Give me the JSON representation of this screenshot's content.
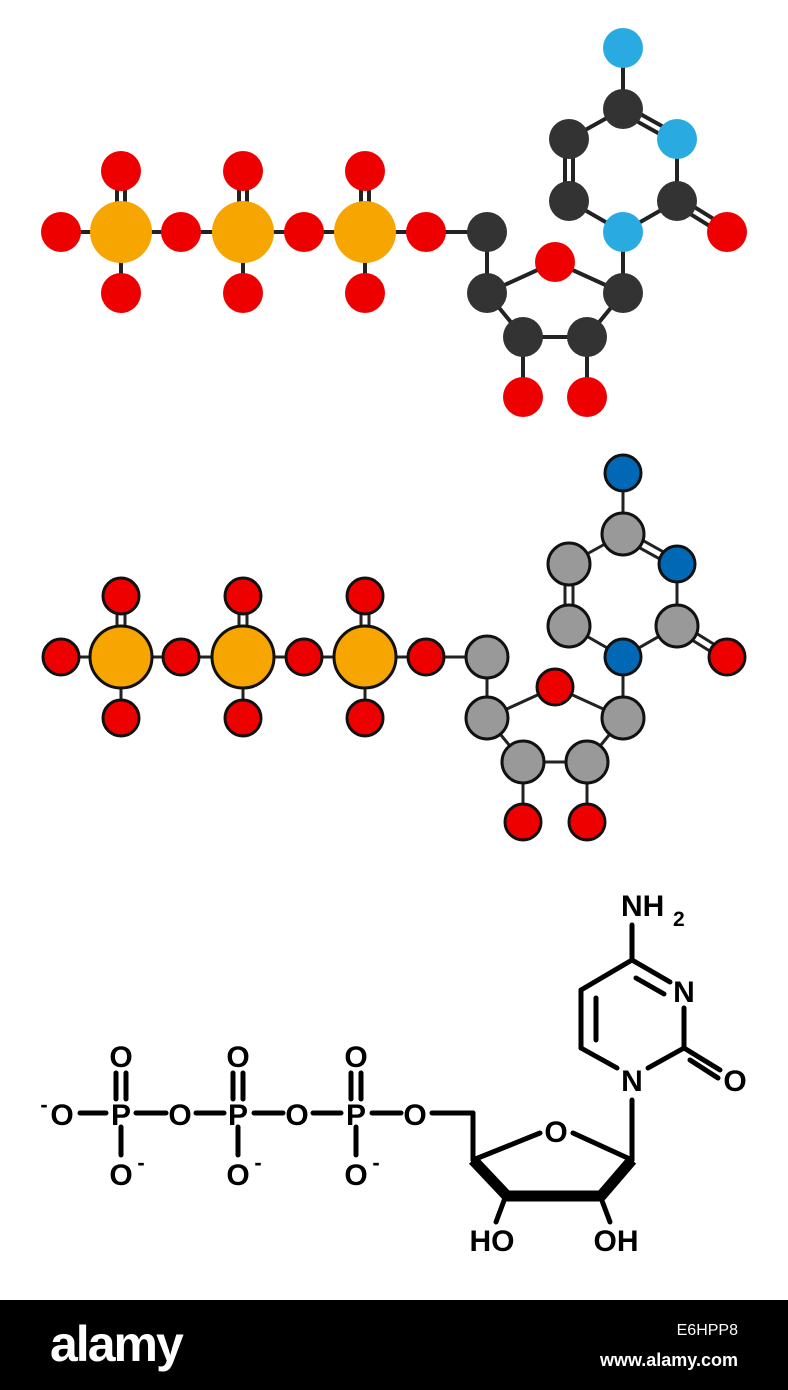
{
  "colors": {
    "oxygen": "#ee0000",
    "phosphorus": "#f7a500",
    "carbon_dark": "#333333",
    "carbon_light": "#999999",
    "nitrogen_light": "#29abe2",
    "nitrogen_dark": "#0068b5",
    "bond": "#222222"
  },
  "structure": {
    "atoms": [
      {
        "id": "O1",
        "el": "O"
      },
      {
        "id": "P1",
        "el": "P"
      },
      {
        "id": "O2",
        "el": "O"
      },
      {
        "id": "O3",
        "el": "O"
      },
      {
        "id": "O4",
        "el": "O"
      },
      {
        "id": "P2",
        "el": "P"
      },
      {
        "id": "O5",
        "el": "O"
      },
      {
        "id": "O6",
        "el": "O"
      },
      {
        "id": "O7",
        "el": "O"
      },
      {
        "id": "P3",
        "el": "P"
      },
      {
        "id": "O8",
        "el": "O"
      },
      {
        "id": "O9",
        "el": "O"
      },
      {
        "id": "O10",
        "el": "O"
      },
      {
        "id": "C5",
        "el": "C"
      },
      {
        "id": "C4",
        "el": "C"
      },
      {
        "id": "O11",
        "el": "O"
      },
      {
        "id": "C1",
        "el": "C"
      },
      {
        "id": "C3",
        "el": "C"
      },
      {
        "id": "C2",
        "el": "C"
      },
      {
        "id": "O12",
        "el": "O"
      },
      {
        "id": "O13",
        "el": "O"
      },
      {
        "id": "N1",
        "el": "N"
      },
      {
        "id": "C6",
        "el": "C"
      },
      {
        "id": "C5b",
        "el": "C"
      },
      {
        "id": "C4b",
        "el": "C"
      },
      {
        "id": "N3",
        "el": "N"
      },
      {
        "id": "C2b",
        "el": "C"
      },
      {
        "id": "O14",
        "el": "O"
      },
      {
        "id": "N4",
        "el": "N"
      }
    ],
    "bonds": [
      [
        "O1",
        "P1",
        1
      ],
      [
        "P1",
        "O2",
        2
      ],
      [
        "P1",
        "O3",
        1
      ],
      [
        "P1",
        "O4",
        1
      ],
      [
        "O4",
        "P2",
        1
      ],
      [
        "P2",
        "O5",
        2
      ],
      [
        "P2",
        "O6",
        1
      ],
      [
        "P2",
        "O7",
        1
      ],
      [
        "O7",
        "P3",
        1
      ],
      [
        "P3",
        "O8",
        2
      ],
      [
        "P3",
        "O9",
        1
      ],
      [
        "P3",
        "O10",
        1
      ],
      [
        "O10",
        "C5",
        1
      ],
      [
        "C5",
        "C4",
        1
      ],
      [
        "C4",
        "O11",
        1
      ],
      [
        "O11",
        "C1",
        1
      ],
      [
        "C4",
        "C3",
        1
      ],
      [
        "C3",
        "C2",
        1
      ],
      [
        "C2",
        "C1",
        1
      ],
      [
        "C3",
        "O12",
        1
      ],
      [
        "C2",
        "O13",
        1
      ],
      [
        "C1",
        "N1",
        1
      ],
      [
        "N1",
        "C6",
        1
      ],
      [
        "C6",
        "C5b",
        2
      ],
      [
        "C5b",
        "C4b",
        1
      ],
      [
        "C4b",
        "N3",
        2
      ],
      [
        "N3",
        "C2b",
        1
      ],
      [
        "C2b",
        "N1",
        1
      ],
      [
        "C2b",
        "O14",
        2
      ],
      [
        "C4b",
        "N4",
        1
      ]
    ]
  },
  "formula_labels": {
    "o_terminal": "O",
    "o_minus": "-",
    "p": "P",
    "o_bridge": "O",
    "o_double": "O",
    "o_single": "O",
    "o_ring": "O",
    "n1": "N",
    "n3": "N",
    "nh2_main": "NH",
    "nh2_sub": "2",
    "o_carbonyl": "O",
    "ho": "HO",
    "oh": "OH"
  },
  "watermark": {
    "logo": "alamy",
    "image_id": "E6HPP8",
    "site": "www.alamy.com"
  }
}
